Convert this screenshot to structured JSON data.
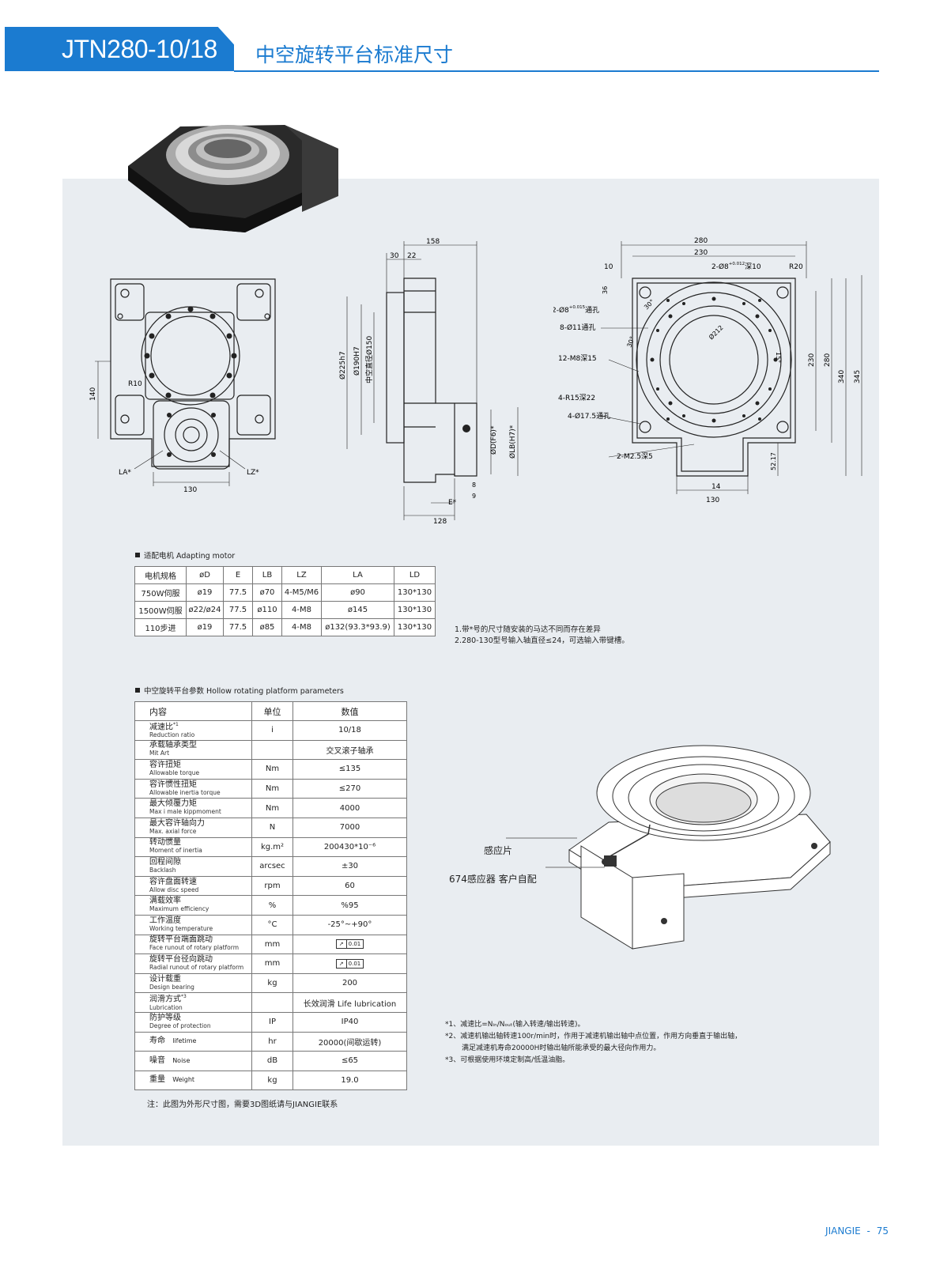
{
  "header": {
    "model": "JTN280-10/18",
    "title": "中空旋转平台标准尺寸"
  },
  "drawing_labels": {
    "front": {
      "dim_140": "140",
      "dim_130": "130",
      "r10": "R10",
      "la": "LA*",
      "lz": "LZ*"
    },
    "side": {
      "d158": "158",
      "d30": "30",
      "d22": "22",
      "d225": "Ø225h7",
      "d190": "Ø190H7",
      "d150": "中空直径Ø150",
      "ddf6": "ØD(F6)*",
      "dlb": "ØLB(H7)*",
      "d8": "8",
      "d9": "9",
      "dE": "E*",
      "d128": "128"
    },
    "top": {
      "d280": "280",
      "d230": "230",
      "d10": "10",
      "d36": "36",
      "r20": "R20",
      "h2": "2-Ø8",
      "h2tol": "+0.012",
      "h2tol0": "0",
      "h2deep": "深10",
      "h2b": "2-Ø8",
      "h2btol": "+0.015",
      "h2btol0": "0",
      "h2bthru": "通孔",
      "h8": "8-Ø11通孔",
      "h12": "12-M8深15",
      "r15": "4-R15深22",
      "h4": "4-Ø17.5通孔",
      "m25": "2-M2.5深5",
      "d212": "Ø212",
      "a30a": "30°",
      "a30b": "30°",
      "a15": "15°",
      "v230": "230",
      "v280": "280",
      "v340": "340",
      "v345": "345",
      "v52": "52.17",
      "d14": "14",
      "d130": "130"
    }
  },
  "motor_section": {
    "title": "适配电机 Adapting motor",
    "headers": [
      "电机规格",
      "øD",
      "E",
      "LB",
      "LZ",
      "LA",
      "LD"
    ],
    "rows": [
      [
        "750W伺服",
        "ø19",
        "77.5",
        "ø70",
        "4-M5/M6",
        "ø90",
        "130*130"
      ],
      [
        "1500W伺服",
        "ø22/ø24",
        "77.5",
        "ø110",
        "4-M8",
        "ø145",
        "130*130"
      ],
      [
        "110步进",
        "ø19",
        "77.5",
        "ø85",
        "4-M8",
        "ø132(93.3*93.9)",
        "130*130"
      ]
    ],
    "notes": [
      "1.带*号的尺寸随安装的马达不同而存在差异",
      "2.280-130型号输入轴直径≤24，可选输入带键槽。"
    ]
  },
  "platform_section": {
    "title": "中空旋转平台参数 Hollow rotating platform parameters",
    "headers": [
      "内容",
      "单位",
      "数值"
    ],
    "rows": [
      {
        "cn": "减速比",
        "sup": "*1",
        "en": "Reduction ratio",
        "unit": "i",
        "value": "10/18"
      },
      {
        "cn": "承载轴承类型",
        "en": "Mit Art",
        "unit": "",
        "value": "交叉滚子轴承"
      },
      {
        "cn": "容许扭矩",
        "en": "Allowable torque",
        "unit": "Nm",
        "value": "≤135"
      },
      {
        "cn": "容许惯性扭矩",
        "en": "Allowable inertia torque",
        "unit": "Nm",
        "value": "≤270"
      },
      {
        "cn": "最大倾覆力矩",
        "en": "Max i male kippmoment",
        "unit": "Nm",
        "value": "4000"
      },
      {
        "cn": "最大容许轴向力",
        "en": "Max. axial force",
        "unit": "N",
        "value": "7000"
      },
      {
        "cn": "转动惯量",
        "en": "Moment of inertia",
        "unit": "kg.m²",
        "value": "200430*10⁻⁶"
      },
      {
        "cn": "回程间隙",
        "en": "Backlash",
        "unit": "arcsec",
        "value": "±30"
      },
      {
        "cn": "容许盘面转速",
        "en": "Allow disc speed",
        "unit": "rpm",
        "value": "60"
      },
      {
        "cn": "满载效率",
        "en": "Maximum efficiency",
        "unit": "%",
        "value": "%95"
      },
      {
        "cn": "工作温度",
        "en": "Working temperature",
        "unit": "°C",
        "value": "-25°~+90°"
      },
      {
        "cn": "旋转平台端面跳动",
        "en": "Face runout of rotary platform",
        "unit": "mm",
        "value": "0.01",
        "sym": true
      },
      {
        "cn": "旋转平台径向跳动",
        "en": "Radial runout of rotary platform",
        "unit": "mm",
        "value": "0.01",
        "sym": true
      },
      {
        "cn": "设计载重",
        "en": "Design bearing",
        "unit": "kg",
        "value": "200"
      },
      {
        "cn": "润滑方式",
        "sup": "*3",
        "en": "Lubrication",
        "unit": "",
        "value": "长效润滑 Life lubrication"
      },
      {
        "cn": "防护等级",
        "en": "Degree of protection",
        "unit": "IP",
        "value": "IP40"
      },
      {
        "cn": "寿命",
        "en": "lifetime",
        "inline": true,
        "unit": "hr",
        "value": "20000(间歇运转)"
      },
      {
        "cn": "噪音",
        "en": "Noise",
        "inline": true,
        "unit": "dB",
        "value": "≤65"
      },
      {
        "cn": "重量",
        "en": "Weight",
        "inline": true,
        "unit": "kg",
        "value": "19.0"
      }
    ],
    "footnote": "注：此图为外形尺寸图，需要3D图纸请与JIANGIE联系"
  },
  "right_notes": {
    "n1": "*1、减速比=Nᵢₙ/Nₒᵤₜ(输入转速/输出转速)。",
    "n2a": "*2、减速机输出轴转速100r/min时，作用于减速机输出轴中点位置，作用方向垂直于输出轴，",
    "n2b": "满足减速机寿命20000H时输出轴所能承受的最大径向作用力。",
    "n3": "*3、可根据使用环境定制高/低温油脂。"
  },
  "callouts": {
    "sensor_piece": "感应片",
    "sensor": "674感应器 客户自配"
  },
  "footer": {
    "brand": "JIANGIE",
    "sep": "-",
    "page": "75"
  }
}
